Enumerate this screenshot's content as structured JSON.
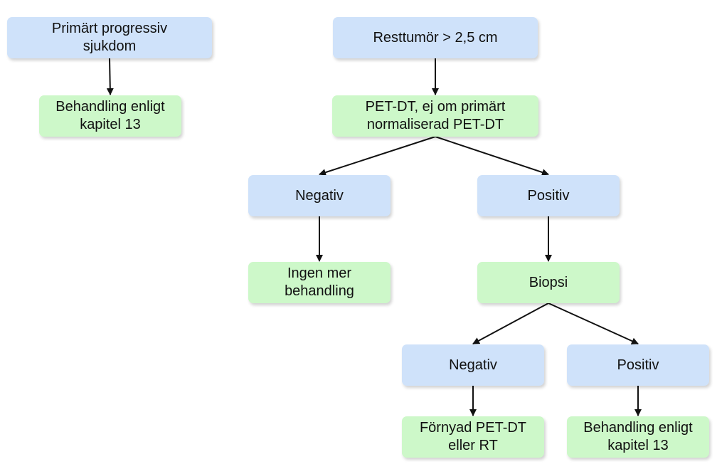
{
  "nodes": {
    "primary_progressive": {
      "label": "Primärt progressiv\nsjukdom",
      "fill": "#cfe2fa"
    },
    "treatment_ch13_left": {
      "label": "Behandling enligt\nkapitel 13",
      "fill": "#cdf8c9"
    },
    "residual_tumor": {
      "label": "Resttumör > 2,5 cm",
      "fill": "#cfe2fa"
    },
    "pet_ct": {
      "label": "PET-DT, ej om primärt\nnormaliserad PET-DT",
      "fill": "#cdf8c9"
    },
    "negative_1": {
      "label": "Negativ",
      "fill": "#cfe2fa"
    },
    "positive_1": {
      "label": "Positiv",
      "fill": "#cfe2fa"
    },
    "no_more_treatment": {
      "label": "Ingen mer\nbehandling",
      "fill": "#cdf8c9"
    },
    "biopsy": {
      "label": "Biopsi",
      "fill": "#cdf8c9"
    },
    "negative_2": {
      "label": "Negativ",
      "fill": "#cfe2fa"
    },
    "positive_2": {
      "label": "Positiv",
      "fill": "#cfe2fa"
    },
    "renewed_pet_ct": {
      "label": "Förnyad PET-DT\neller RT",
      "fill": "#cdf8c9"
    },
    "treatment_ch13_right": {
      "label": "Behandling enligt\nkapitel 13",
      "fill": "#cdf8c9"
    }
  },
  "edges": [
    {
      "from": "primary_progressive",
      "to": "treatment_ch13_left"
    },
    {
      "from": "residual_tumor",
      "to": "pet_ct"
    },
    {
      "from": "pet_ct",
      "to": "negative_1"
    },
    {
      "from": "pet_ct",
      "to": "positive_1"
    },
    {
      "from": "negative_1",
      "to": "no_more_treatment"
    },
    {
      "from": "positive_1",
      "to": "biopsy"
    },
    {
      "from": "biopsy",
      "to": "negative_2"
    },
    {
      "from": "biopsy",
      "to": "positive_2"
    },
    {
      "from": "negative_2",
      "to": "renewed_pet_ct"
    },
    {
      "from": "positive_2",
      "to": "treatment_ch13_right"
    }
  ],
  "colors": {
    "edge": "#111111",
    "text": "#111111"
  }
}
